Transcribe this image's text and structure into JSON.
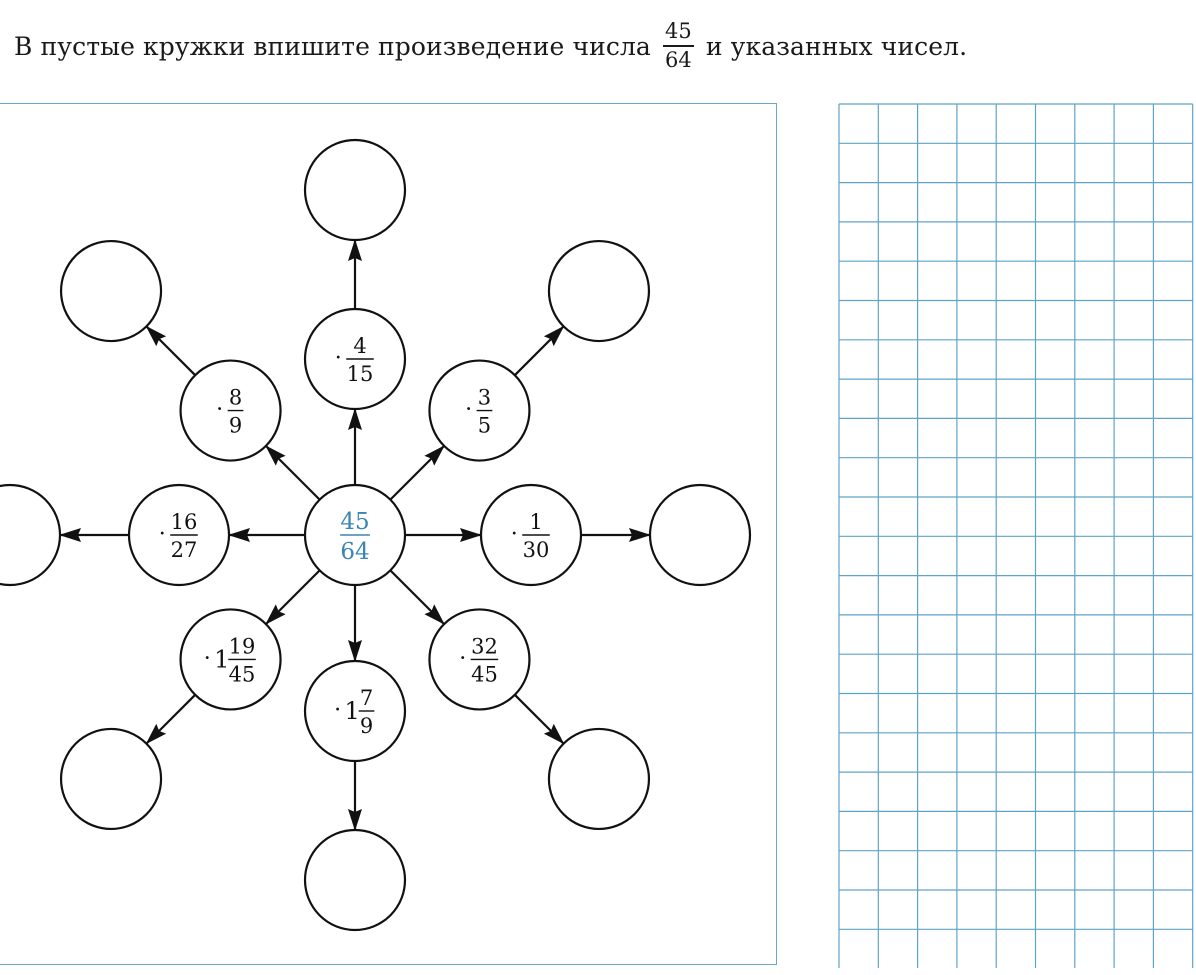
{
  "instruction": {
    "before": "В пустые кружки впишите произведение числа",
    "fraction": {
      "numerator": "45",
      "denominator": "64"
    },
    "after": "и указанных чисел."
  },
  "diagram": {
    "center": {
      "numerator": "45",
      "denominator": "64",
      "color": "#3a86b0"
    },
    "operators": [
      {
        "name": "operator-up",
        "whole": "",
        "numerator": "4",
        "denominator": "15"
      },
      {
        "name": "operator-up-right",
        "whole": "",
        "numerator": "3",
        "denominator": "5"
      },
      {
        "name": "operator-right",
        "whole": "",
        "numerator": "1",
        "denominator": "30"
      },
      {
        "name": "operator-down-right",
        "whole": "",
        "numerator": "32",
        "denominator": "45"
      },
      {
        "name": "operator-down",
        "whole": "1",
        "numerator": "7",
        "denominator": "9"
      },
      {
        "name": "operator-down-left",
        "whole": "1",
        "numerator": "19",
        "denominator": "45"
      },
      {
        "name": "operator-left",
        "whole": "",
        "numerator": "16",
        "denominator": "27"
      },
      {
        "name": "operator-up-left",
        "whole": "",
        "numerator": "8",
        "denominator": "9"
      }
    ],
    "multiply_sign": "·",
    "answer_circles": 8,
    "border_color": "#6aa7c9"
  },
  "grid_sheet": {
    "columns": 9,
    "rows": 22,
    "line_color": "#5fa3c8"
  }
}
